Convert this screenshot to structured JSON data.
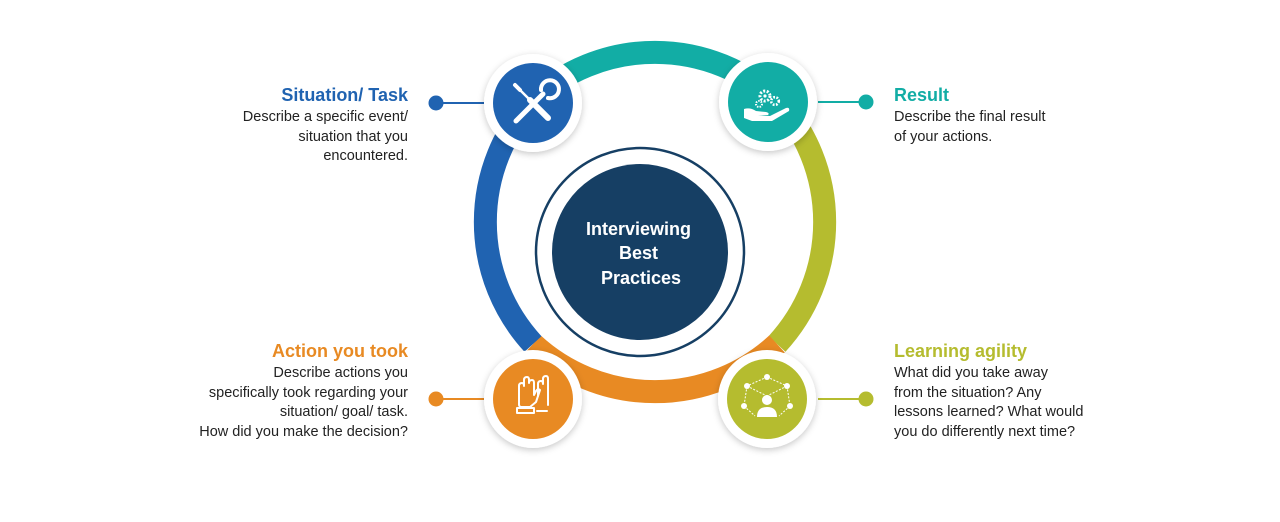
{
  "colors": {
    "blue": "#2063b1",
    "teal": "#12ada5",
    "olive": "#b5bc2f",
    "orange": "#e88a23",
    "navy": "#163f64",
    "text": "#222222"
  },
  "center": {
    "lines": [
      "Interviewing",
      "Best",
      "Practices"
    ]
  },
  "steps": {
    "situation": {
      "title": "Situation/ Task",
      "lines": [
        "Describe a specific event/",
        "situation that you",
        "encountered."
      ],
      "icon": "tools-icon"
    },
    "result": {
      "title": "Result",
      "lines": [
        "Describe the final result",
        "of your actions."
      ],
      "icon": "hand-gears-icon"
    },
    "action": {
      "title": "Action you took",
      "lines": [
        "Describe actions you",
        "specifically took regarding your",
        "situation/ goal/ task.",
        "How did you make the decision?"
      ],
      "icon": "raised-hands-icon"
    },
    "learning": {
      "title": "Learning agility",
      "lines": [
        "What did you take away",
        "from the situation? Any",
        "lessons learned? What would",
        "you do differently next time?"
      ],
      "icon": "network-person-icon"
    }
  }
}
